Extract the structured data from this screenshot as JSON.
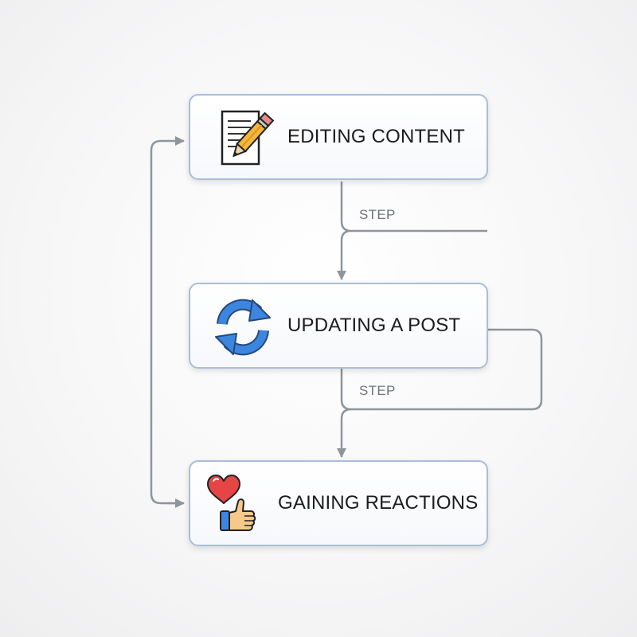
{
  "nodes": [
    {
      "label": "EDITING CONTENT",
      "icon": "document-with-pencil-icon"
    },
    {
      "label": "UPDATING A POST",
      "icon": "refresh-arrows-icon"
    },
    {
      "label": "GAINING REACTIONS",
      "icon": "heart-and-thumbs-up-icon"
    }
  ],
  "steps": [
    {
      "label": "STEP"
    },
    {
      "label": "STEP"
    }
  ],
  "colors": {
    "node_border": "#a9bedb",
    "connector": "#8e959c",
    "refresh_blue": "#3d86df",
    "heart_red": "#e64545",
    "pencil_yellow": "#f3b73a"
  }
}
